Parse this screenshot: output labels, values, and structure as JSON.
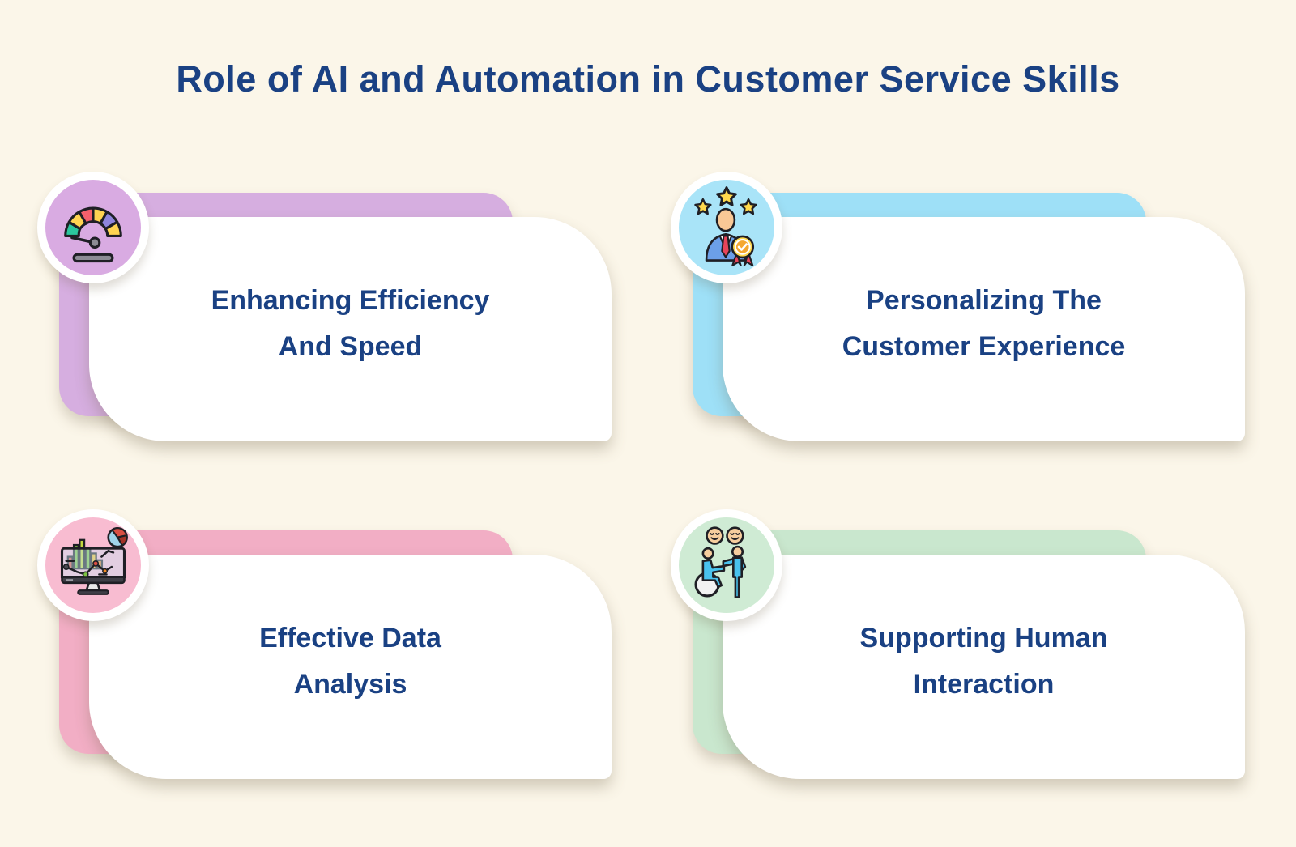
{
  "background_color": "#FBF6E9",
  "text_color": "#1A4183",
  "title": "Role of AI and Automation in Customer Service Skills",
  "cards": [
    {
      "line1": "Enhancing Efficiency",
      "line2": "And Speed",
      "icon": "speedometer-gauge-icon",
      "tab_color": "#D6AEE0",
      "circle_color": "#D9ABE2"
    },
    {
      "line1": "Personalizing The",
      "line2": "Customer Experience",
      "icon": "award-person-icon",
      "tab_color": "#9EE0F7",
      "circle_color": "#A9E4F8"
    },
    {
      "line1": "Effective Data",
      "line2": "Analysis",
      "icon": "analytics-monitor-icon",
      "tab_color": "#F2AEC5",
      "circle_color": "#F8BCD1"
    },
    {
      "line1": "Supporting Human",
      "line2": "Interaction",
      "icon": "assisting-people-icon",
      "tab_color": "#C9E7CE",
      "circle_color": "#CFEBD4"
    }
  ]
}
